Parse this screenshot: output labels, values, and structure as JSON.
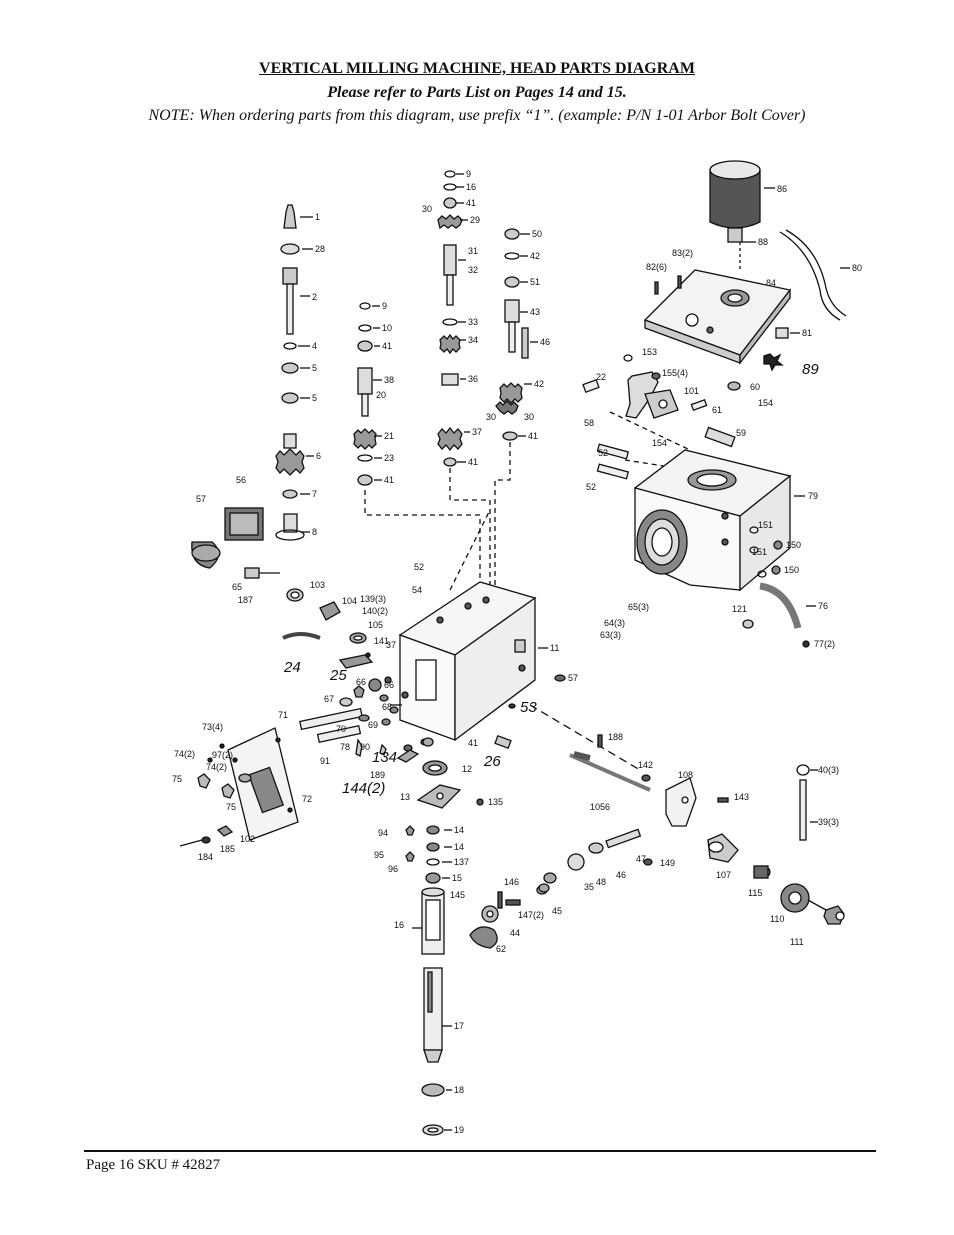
{
  "header": {
    "title": "VERTICAL MILLING MACHINE, HEAD PARTS DIAGRAM",
    "subtitle": "Please refer to Parts List on Pages 14 and 15.",
    "note": "NOTE: When ordering parts from this diagram, use prefix “1”. (example: P/N 1-01 Arbor Bolt Cover)"
  },
  "footer": {
    "text": "Page 16 SKU # 42827"
  },
  "callouts": {
    "c1": "1",
    "c28": "28",
    "c2": "2",
    "c4": "4",
    "c5a": "5",
    "c5b": "5",
    "c6a": "6",
    "c7": "7",
    "c8": "8",
    "c9a": "9",
    "c10": "10",
    "c41a": "41",
    "c38": "38",
    "c20": "20",
    "c21": "21",
    "c23": "23",
    "c41b": "41",
    "c9b": "9",
    "c16": "16",
    "c41c": "41",
    "c30a": "30",
    "c29": "29",
    "c31": "31",
    "c32": "32",
    "c33": "33",
    "c34": "34",
    "c36": "36",
    "c37": "37",
    "c41d": "41",
    "c50": "50",
    "c42a": "42",
    "c51": "51",
    "c43": "43",
    "c46a": "46",
    "c42b": "42",
    "c30b": "30",
    "c30c": "30",
    "c41e": "41",
    "c86": "86",
    "c88": "88",
    "c80": "80",
    "c82": "82(6)",
    "c83": "83(2)",
    "c84": "84",
    "c81": "81",
    "c89": "89",
    "c153": "153",
    "c155": "155(4)",
    "c22": "22",
    "c101": "101",
    "c60": "60",
    "c61": "61",
    "c154a": "154",
    "c58": "58",
    "c154b": "154",
    "c59": "59",
    "c52a": "52",
    "c52b": "52",
    "c79": "79",
    "c151a": "151",
    "c151b": "151",
    "c150a": "150",
    "c150b": "150",
    "c76": "76",
    "c121": "121",
    "c77": "77(2)",
    "c57a": "57",
    "c56": "56",
    "c65": "65",
    "c187": "187",
    "c103": "103",
    "c104": "104",
    "c139": "139(3)",
    "c140": "140(2)",
    "c105": "105",
    "c141": "141",
    "c52c": "52",
    "c54": "54",
    "c24": "24",
    "c25": "25",
    "c37b": "37",
    "c66a": "66",
    "c66b": "66",
    "c11": "11",
    "c57b": "57",
    "c53": "53",
    "c65b": "65(3)",
    "c64": "64(3)",
    "c63": "63(3)",
    "c67": "67",
    "c71": "71",
    "c69": "69",
    "c68": "68",
    "c70": "70",
    "c90": "90",
    "c91": "91",
    "c78": "78",
    "c134": "134",
    "c189": "189",
    "c144": "144(2)",
    "c73": "73(4)",
    "c74a": "74(2)",
    "c97": "97(2)",
    "c74b": "74(2)",
    "c75a": "75",
    "c75b": "75",
    "c72": "72",
    "c102": "102",
    "c184": "184",
    "c185": "185",
    "c41f": "41",
    "c26": "26",
    "c12": "12",
    "c13": "13",
    "c135": "135",
    "c94": "94",
    "c14a": "14",
    "c14b": "14",
    "c95": "95",
    "c96": "96",
    "c137": "137",
    "c15": "15",
    "c16b": "16",
    "c17": "17",
    "c18": "18",
    "c19": "19",
    "c188": "188",
    "c142": "142",
    "c108": "108",
    "c143": "143",
    "c1056": "1056",
    "c47": "47",
    "c48": "48",
    "c35": "35",
    "c46b": "46",
    "c146": "146",
    "c145": "145",
    "c147": "147(2)",
    "c45": "45",
    "c44": "44",
    "c62": "62",
    "c149": "149",
    "c107": "107",
    "c115": "115",
    "c110": "110",
    "c111": "111",
    "c40": "40(3)",
    "c39": "39(3)"
  }
}
